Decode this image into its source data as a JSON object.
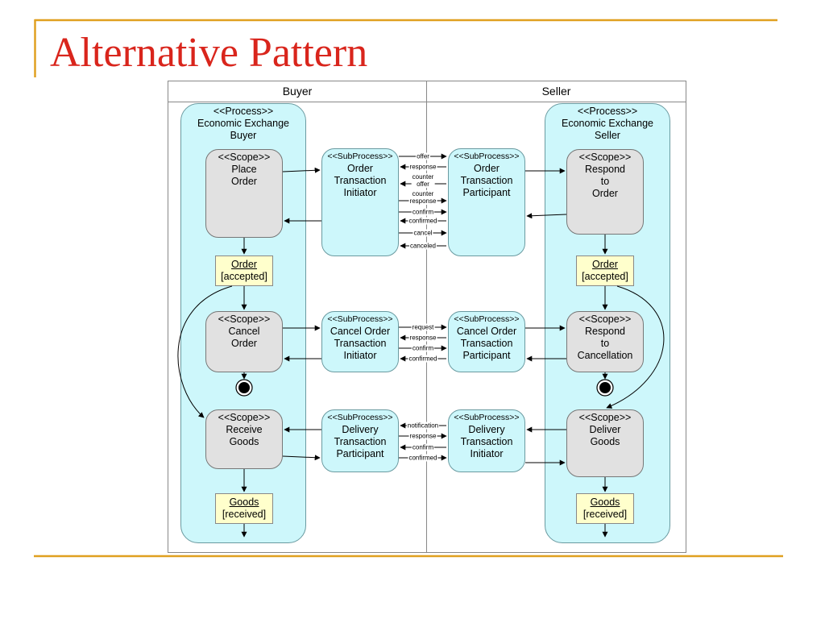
{
  "slide": {
    "title": "Alternative Pattern"
  },
  "lanes": {
    "buyer": "Buyer",
    "seller": "Seller"
  },
  "processes": {
    "buyer": {
      "stereotype": "<<Process>>",
      "line1": "Economic Exchange",
      "line2": "Buyer"
    },
    "seller": {
      "stereotype": "<<Process>>",
      "line1": "Economic Exchange",
      "line2": "Seller"
    }
  },
  "scopes": {
    "place_order": {
      "stereotype": "<<Scope>>",
      "line1": "Place",
      "line2": "Order"
    },
    "cancel_order": {
      "stereotype": "<<Scope>>",
      "line1": "Cancel",
      "line2": "Order"
    },
    "receive_goods": {
      "stereotype": "<<Scope>>",
      "line1": "Receive",
      "line2": "Goods"
    },
    "respond_order": {
      "stereotype": "<<Scope>>",
      "line1": "Respond",
      "line2": "to",
      "line3": "Order"
    },
    "respond_cancellation": {
      "stereotype": "<<Scope>>",
      "line1": "Respond",
      "line2": "to",
      "line3": "Cancellation"
    },
    "deliver_goods": {
      "stereotype": "<<Scope>>",
      "line1": "Deliver",
      "line2": "Goods"
    }
  },
  "subprocesses": {
    "order_initiator": {
      "stereotype": "<<SubProcess>>",
      "line1": "Order",
      "line2": "Transaction",
      "line3": "Initiator"
    },
    "order_participant": {
      "stereotype": "<<SubProcess>>",
      "line1": "Order",
      "line2": "Transaction",
      "line3": "Participant"
    },
    "cancel_initiator": {
      "stereotype": "<<SubProcess>>",
      "line1": "Cancel Order",
      "line2": "Transaction",
      "line3": "Initiator"
    },
    "cancel_participant": {
      "stereotype": "<<SubProcess>>",
      "line1": "Cancel Order",
      "line2": "Transaction",
      "line3": "Participant"
    },
    "delivery_participant": {
      "stereotype": "<<SubProcess>>",
      "line1": "Delivery",
      "line2": "Transaction",
      "line3": "Participant"
    },
    "delivery_initiator": {
      "stereotype": "<<SubProcess>>",
      "line1": "Delivery",
      "line2": "Transaction",
      "line3": "Initiator"
    }
  },
  "objects": {
    "buyer_order": {
      "name": "Order",
      "state": "[accepted]"
    },
    "seller_order": {
      "name": "Order",
      "state": "[accepted]"
    },
    "buyer_goods": {
      "name": "Goods",
      "state": "[received]"
    },
    "seller_goods": {
      "name": "Goods",
      "state": "[received]"
    }
  },
  "messages": {
    "order": {
      "m1": {
        "line1": "offer"
      },
      "m2": {
        "line1": "response"
      },
      "m3": {
        "line1": "counter",
        "line2": "offer"
      },
      "m4": {
        "line1": "counter",
        "line2": "response"
      },
      "m5": {
        "line1": "confirm"
      },
      "m6": {
        "line1": "confirmed"
      },
      "m7": {
        "line1": "cancel"
      },
      "m8": {
        "line1": "canceled"
      }
    },
    "cancel": {
      "m1": {
        "line1": "request"
      },
      "m2": {
        "line1": "response"
      },
      "m3": {
        "line1": "confirm"
      },
      "m4": {
        "line1": "confirmed"
      }
    },
    "delivery": {
      "m1": {
        "line1": "notification"
      },
      "m2": {
        "line1": "response"
      },
      "m3": {
        "line1": "confirm"
      },
      "m4": {
        "line1": "confirmed"
      }
    }
  },
  "colors": {
    "title": "#d9251c",
    "slide_rule": "#e0a020",
    "process_fill": "#cdf7fb",
    "scope_fill": "#e1e1e1",
    "object_fill": "#ffffcc"
  }
}
